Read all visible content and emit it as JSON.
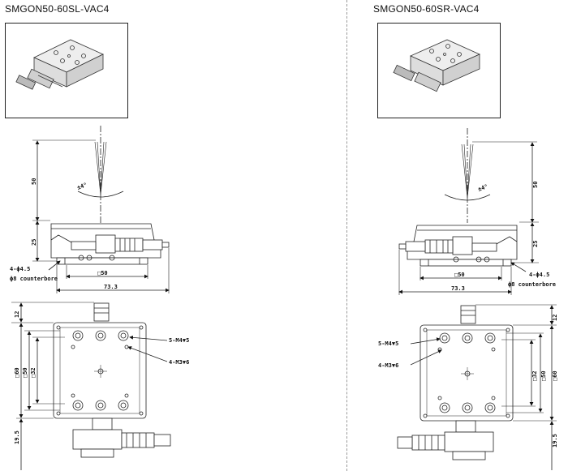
{
  "left": {
    "title": "SMGON50-60SL-VAC4",
    "side_view": {
      "height_top": "50",
      "height_bottom": "25",
      "angle": "±4°",
      "holes_note": "4-ϕ4.5",
      "counterbore_note": "ϕ8 counterbore",
      "square": "□50",
      "width": "73.3"
    },
    "top_view": {
      "dim_12": "12",
      "sq60": "□60",
      "sq50": "□50",
      "sq32": "□32",
      "dim_19_5": "19.5",
      "callout_m4": "5-M4▼5",
      "callout_m3": "4-M3▼6"
    }
  },
  "right": {
    "title": "SMGON50-60SR-VAC4",
    "side_view": {
      "height_top": "50",
      "height_bottom": "25",
      "angle": "±4°",
      "holes_note": "4-ϕ4.5",
      "counterbore_note": "ϕ8 counterbore",
      "square": "□50",
      "width": "73.3"
    },
    "top_view": {
      "dim_12": "12",
      "sq60": "□60",
      "sq50": "□50",
      "sq32": "□32",
      "dim_19_5": "19.5",
      "callout_m4": "5-M4▼5",
      "callout_m3": "4-M3▼6"
    }
  }
}
